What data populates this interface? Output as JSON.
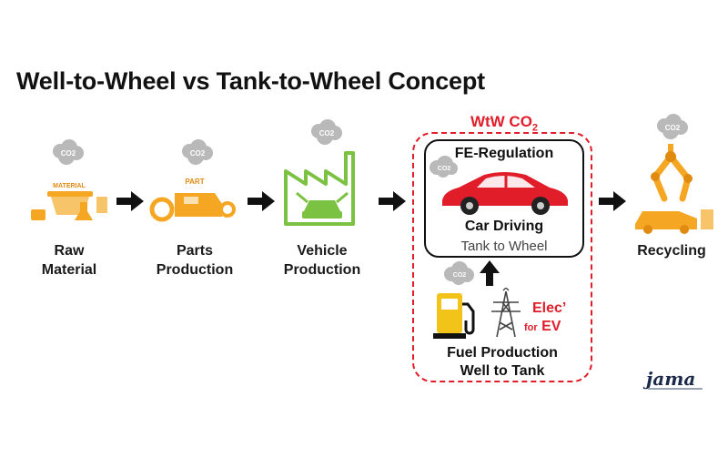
{
  "title": "Well-to-Wheel vs Tank-to-Wheel Concept",
  "co2_icon_label": "CO2",
  "stages": [
    {
      "line1": "Raw",
      "line2": "Material",
      "icon_text": "MATERIAL"
    },
    {
      "line1": "Parts",
      "line2": "Production",
      "icon_text": "PART"
    },
    {
      "line1": "Vehicle",
      "line2": "Production"
    },
    {
      "line1": "Recycling"
    }
  ],
  "wtw_label": "WtW CO",
  "wtw_sub": "2",
  "fe_regulation": "FE-Regulation",
  "car_driving": "Car Driving",
  "tank_to_wheel": "Tank to Wheel",
  "elec_line1": "Elec’",
  "elec_for": "for",
  "elec_ev": "EV",
  "fuel_production": "Fuel Production",
  "well_to_tank": "Well to Tank",
  "logo": "jama",
  "colors": {
    "accent_red": "#e11d2a",
    "orange": "#f5a623",
    "green": "#7cc242",
    "yellow": "#f2c318"
  }
}
